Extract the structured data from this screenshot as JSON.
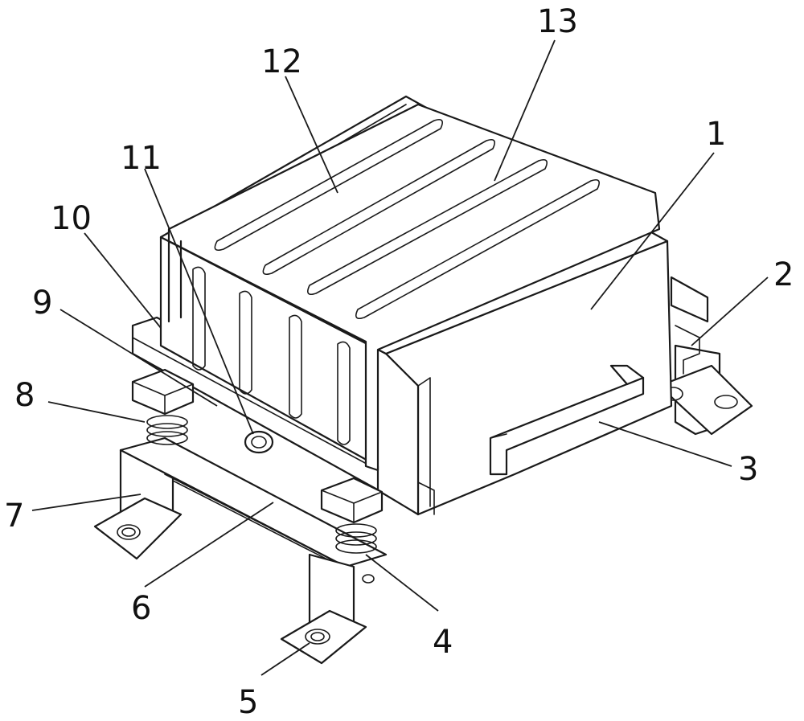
{
  "labels": {
    "n1": "1",
    "n2": "2",
    "n3": "3",
    "n4": "4",
    "n5": "5",
    "n6": "6",
    "n7": "7",
    "n8": "8",
    "n9": "9",
    "n10": "10",
    "n11": "11",
    "n12": "12",
    "n13": "13"
  },
  "colors": {
    "line": "#1a1a1a",
    "background": "#ffffff"
  }
}
